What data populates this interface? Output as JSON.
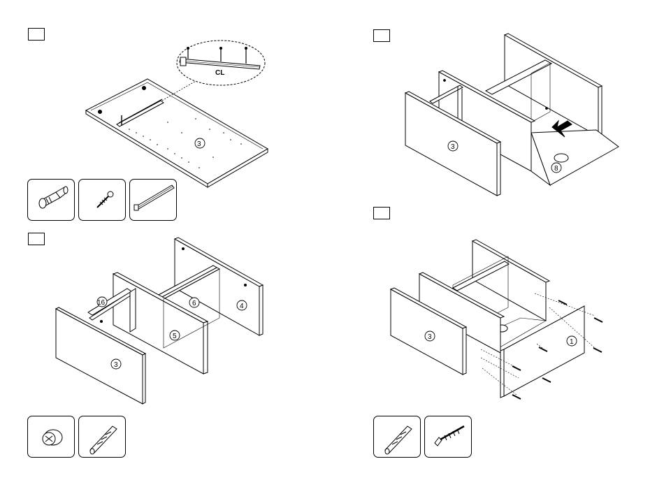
{
  "steps": [
    {
      "id": "top-left",
      "panel_label": "3",
      "callout_text": "CL",
      "parts": [
        "cam-bolt-icon",
        "screw-icon",
        "drawer-slide-icon"
      ]
    },
    {
      "id": "top-right",
      "panel_labels": [
        "3",
        "8"
      ]
    },
    {
      "id": "bottom-left",
      "panel_labels": [
        "16",
        "6",
        "4",
        "5",
        "3"
      ],
      "parts": [
        "cam-lock-icon",
        "wood-dowel-icon"
      ]
    },
    {
      "id": "bottom-right",
      "panel_labels": [
        "3",
        "1"
      ],
      "parts": [
        "wood-dowel-icon",
        "wood-screw-icon"
      ]
    }
  ]
}
